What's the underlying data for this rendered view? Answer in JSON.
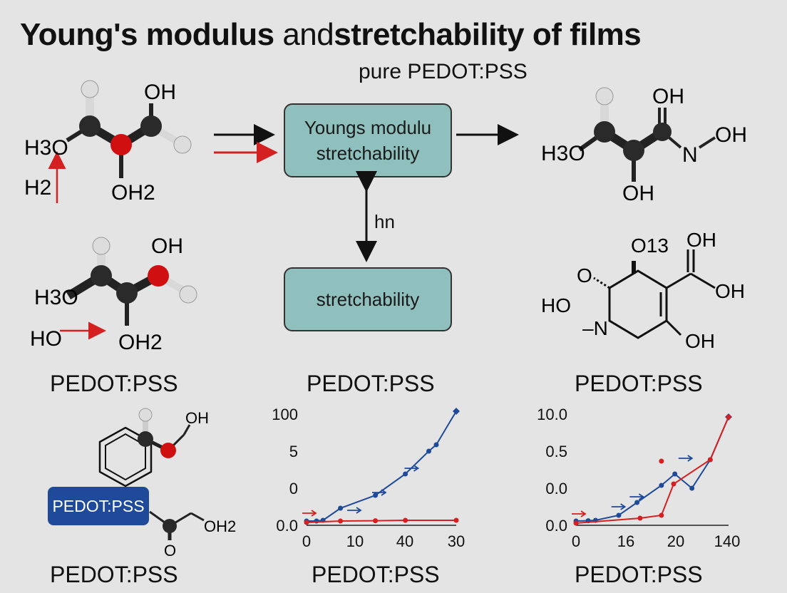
{
  "title": {
    "bold_1": "Young's modulus",
    "normal": "and",
    "bold_2": "stretchability of films"
  },
  "subtitle": "pure PEDOT:PSS",
  "boxes": {
    "top": [
      "Youngs modulu",
      "stretchability"
    ],
    "bottom": "stretchability"
  },
  "arrow_label": "hn",
  "molecules": {
    "top_left": {
      "oh": "OH",
      "h3o": "H3O",
      "h2": "H2",
      "oh2": "OH2"
    },
    "mid_left": {
      "oh": "OH",
      "h3o": "H3O",
      "ho": "HO",
      "oh2": "OH2"
    },
    "top_right": {
      "oh_top": "OH",
      "n": "N",
      "oh_right": "OH",
      "h3o": "H3O",
      "oh_bottom": "OH"
    },
    "mid_right": {
      "o13": "O13",
      "oh_top": "OH",
      "oh_right": "OH",
      "o": "O",
      "ho": "HO",
      "n": "–N",
      "oh_bottom": "OH"
    },
    "bottom_left": {
      "oh": "OH",
      "oh2": "OH2",
      "o": "O",
      "badge": "PEDOT:PSS"
    }
  },
  "captions": {
    "row1_left": "PEDOT:PSS",
    "row1_mid": "PEDOT:PSS",
    "row1_right": "PEDOT:PSS",
    "row2_left": "PEDOT:PSS",
    "row2_mid": "PEDOT:PSS",
    "row2_right": "PEDOT:PSS"
  },
  "colors": {
    "blue": "#1f4a9a",
    "red": "#d42020",
    "teal_box": "#8fc0bd",
    "background": "#e4e4e4"
  },
  "chart_data": [
    {
      "type": "line",
      "x_tick_labels": [
        "0",
        "10",
        "40",
        "30"
      ],
      "y_tick_labels": [
        "0.0",
        "0",
        "5",
        "100"
      ],
      "series": [
        {
          "color": "#1f4a9a",
          "points": [
            [
              0.0,
              0.3
            ],
            [
              0.2,
              0.3
            ],
            [
              0.33,
              0.35
            ],
            [
              0.68,
              1.2
            ],
            [
              1.38,
              2.1
            ],
            [
              1.98,
              3.6
            ],
            [
              2.45,
              5.2
            ],
            [
              2.6,
              5.65
            ],
            [
              3.0,
              8.0
            ]
          ]
        },
        {
          "color": "#d42020",
          "points": [
            [
              0.0,
              0.2
            ],
            [
              0.68,
              0.3
            ],
            [
              1.38,
              0.32
            ],
            [
              1.98,
              0.35
            ],
            [
              3.0,
              0.35
            ]
          ]
        }
      ],
      "markers": [
        {
          "color": "#d42020",
          "at": [
            0.0,
            0.85
          ]
        },
        {
          "color": "#1f4a9a",
          "at": [
            0.9,
            1.05
          ]
        },
        {
          "color": "#1f4a9a",
          "at": [
            1.4,
            2.3
          ]
        },
        {
          "color": "#1f4a9a",
          "at": [
            2.05,
            4.0
          ]
        }
      ]
    },
    {
      "type": "line",
      "x_tick_labels": [
        "0",
        "16",
        "20",
        "140"
      ],
      "y_tick_labels": [
        "0.0",
        "0.0",
        "0.5",
        "10.0"
      ],
      "series": [
        {
          "color": "#1f4a9a",
          "points": [
            [
              0.0,
              0.3
            ],
            [
              0.2,
              0.32
            ],
            [
              0.32,
              0.35
            ],
            [
              0.7,
              0.7
            ],
            [
              1.0,
              1.6
            ],
            [
              1.4,
              2.8
            ],
            [
              1.62,
              3.6
            ],
            [
              1.9,
              2.6
            ],
            [
              2.2,
              4.6
            ],
            [
              2.5,
              7.6
            ]
          ]
        },
        {
          "color": "#d42020",
          "points": [
            [
              0.0,
              0.15
            ],
            [
              1.05,
              0.5
            ],
            [
              1.4,
              0.7
            ],
            [
              1.6,
              2.9
            ],
            [
              2.2,
              4.6
            ],
            [
              2.5,
              7.6
            ]
          ]
        }
      ],
      "extra_points": [
        {
          "color": "#d42020",
          "at": [
            1.4,
            4.5
          ]
        }
      ],
      "markers": [
        {
          "color": "#d42020",
          "at": [
            0.0,
            0.8
          ]
        },
        {
          "color": "#1f4a9a",
          "at": [
            0.65,
            1.3
          ]
        },
        {
          "color": "#1f4a9a",
          "at": [
            0.95,
            2.0
          ]
        },
        {
          "color": "#1f4a9a",
          "at": [
            1.75,
            4.7
          ]
        }
      ]
    }
  ]
}
